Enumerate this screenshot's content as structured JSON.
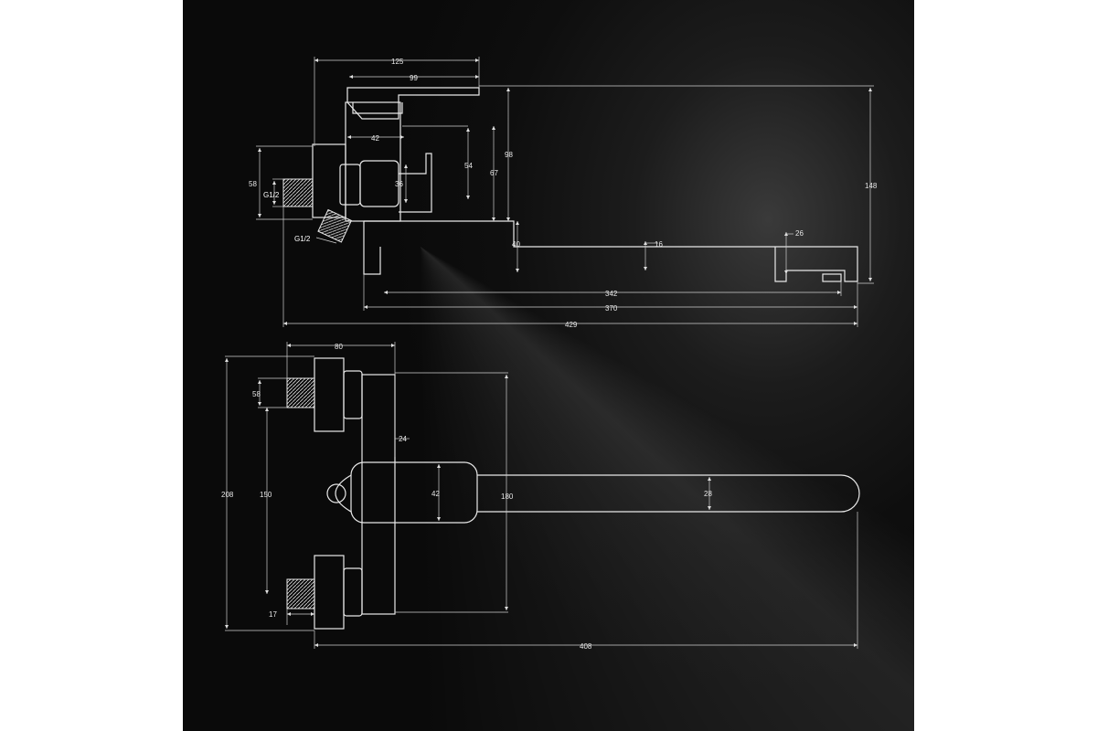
{
  "dimensions": {
    "side_view": {
      "d125": "125",
      "d99": "99",
      "d42": "42",
      "d54": "54",
      "d67": "67",
      "d98": "98",
      "d148": "148",
      "d58": "58",
      "thread_upper": "G1/2",
      "d36": "36",
      "thread_lower": "G1/2",
      "d40": "40",
      "d16": "16",
      "d26": "26",
      "d342": "342",
      "d370": "370",
      "d429": "429"
    },
    "top_view": {
      "d80": "80",
      "d58": "58",
      "d24": "24",
      "d208": "208",
      "d150": "150",
      "d42": "42",
      "d180": "180",
      "d28": "28",
      "d17": "17",
      "d408": "408"
    }
  },
  "colors": {
    "background": "#0e0e0e",
    "line": "#e8e8e8"
  }
}
